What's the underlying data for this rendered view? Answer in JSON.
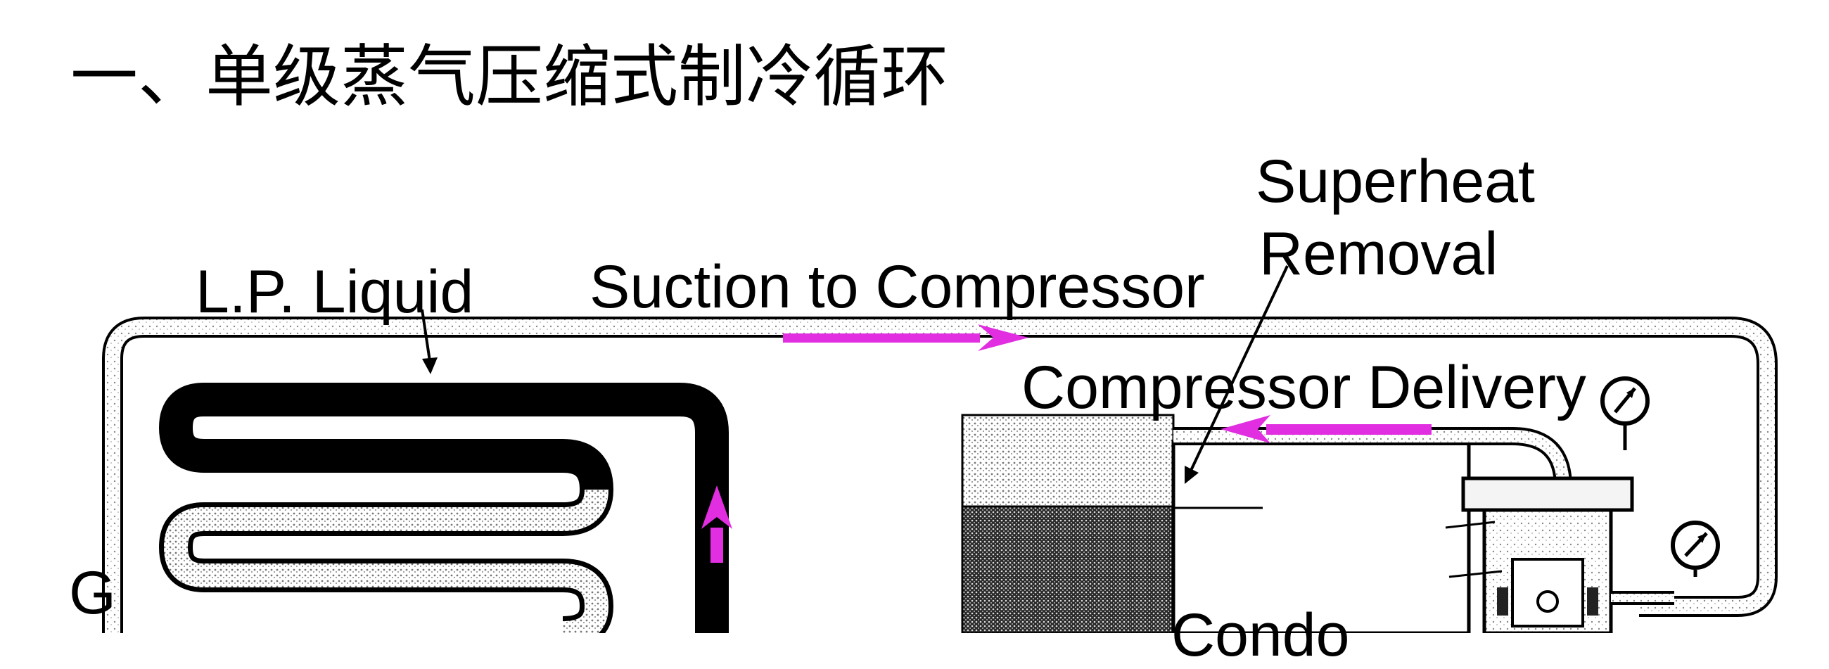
{
  "title": "一、单级蒸气压缩式制冷循环",
  "labels": {
    "superheat_line1": "Superheat",
    "superheat_line2": "Removal",
    "lp_liquid": "L.P. Liquid",
    "suction": "Suction to Compressor",
    "compressor_delivery": "Compressor Delivery",
    "left_edge": "G",
    "condenser_partial": "Condo"
  },
  "colors": {
    "flow_arrow": "#e02ee0",
    "pipe": "#000000",
    "background": "#ffffff",
    "stipple": "#9a9a9a"
  },
  "icons": [
    "pressure-gauge-icon",
    "flow-arrow-icon",
    "leader-arrow-icon"
  ]
}
